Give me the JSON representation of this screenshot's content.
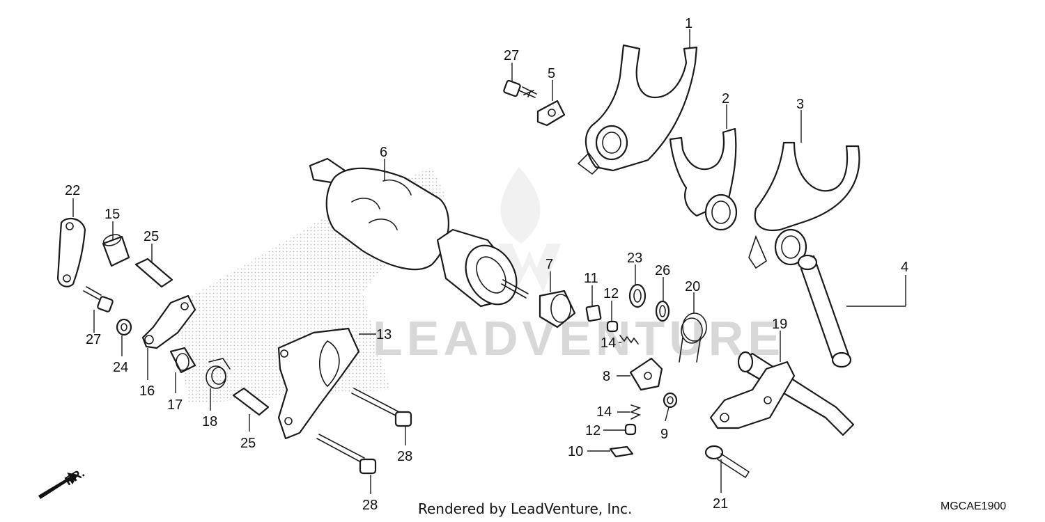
{
  "diagram": {
    "callouts": [
      "1",
      "2",
      "3",
      "4",
      "5",
      "6",
      "7",
      "8",
      "9",
      "10",
      "11",
      "12",
      "12",
      "13",
      "14",
      "14",
      "15",
      "16",
      "17",
      "18",
      "19",
      "20",
      "21",
      "22",
      "23",
      "24",
      "25",
      "25",
      "26",
      "27",
      "27",
      "28",
      "28"
    ],
    "footer": "Rendered by LeadVenture, Inc.",
    "diagram_code": "MGCAE1900",
    "direction_label": "FR.",
    "watermark_text": "LEADVENTURE",
    "colors": {
      "line": "#1a1a1a",
      "watermark": "#d8d8d8",
      "background": "#ffffff"
    }
  }
}
